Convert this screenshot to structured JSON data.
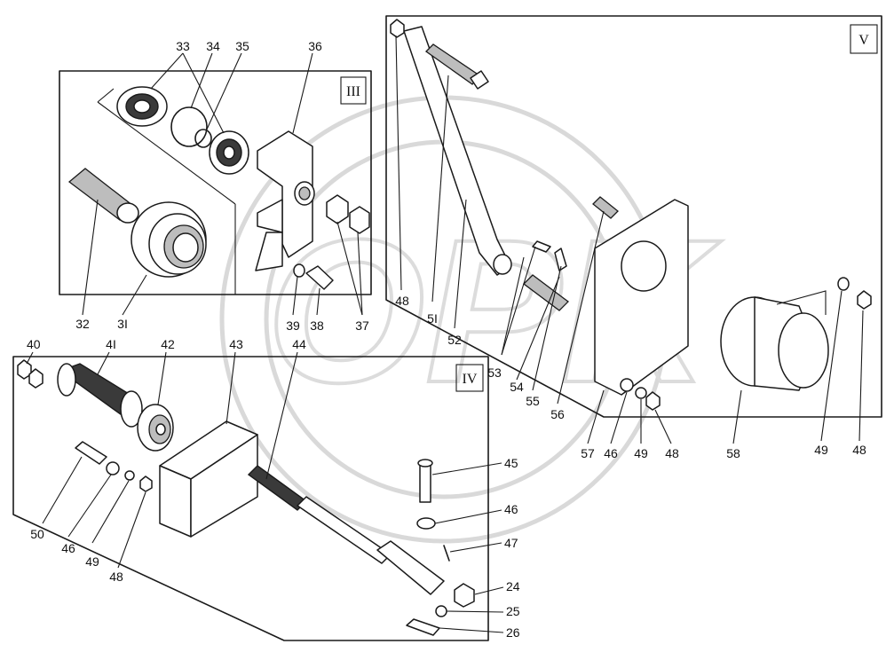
{
  "watermark": "OPK",
  "sections": {
    "III": "III",
    "IV": "IV",
    "V": "V"
  },
  "callouts": {
    "c24": "24",
    "c25": "25",
    "c26": "26",
    "c31": "3I",
    "c32": "32",
    "c33": "33",
    "c34": "34",
    "c35": "35",
    "c36": "36",
    "c37": "37",
    "c38": "38",
    "c39": "39",
    "c40": "40",
    "c41": "4I",
    "c42": "42",
    "c43": "43",
    "c44": "44",
    "c45": "45",
    "c46a": "46",
    "c46b": "46",
    "c46c": "46",
    "c47": "47",
    "c48a": "48",
    "c48b": "48",
    "c48c": "48",
    "c48d": "48",
    "c49a": "49",
    "c49b": "49",
    "c49c": "49",
    "c50": "50",
    "c51": "5I",
    "c52": "52",
    "c53": "53",
    "c54": "54",
    "c55": "55",
    "c56": "56",
    "c57": "57",
    "c58": "58"
  }
}
